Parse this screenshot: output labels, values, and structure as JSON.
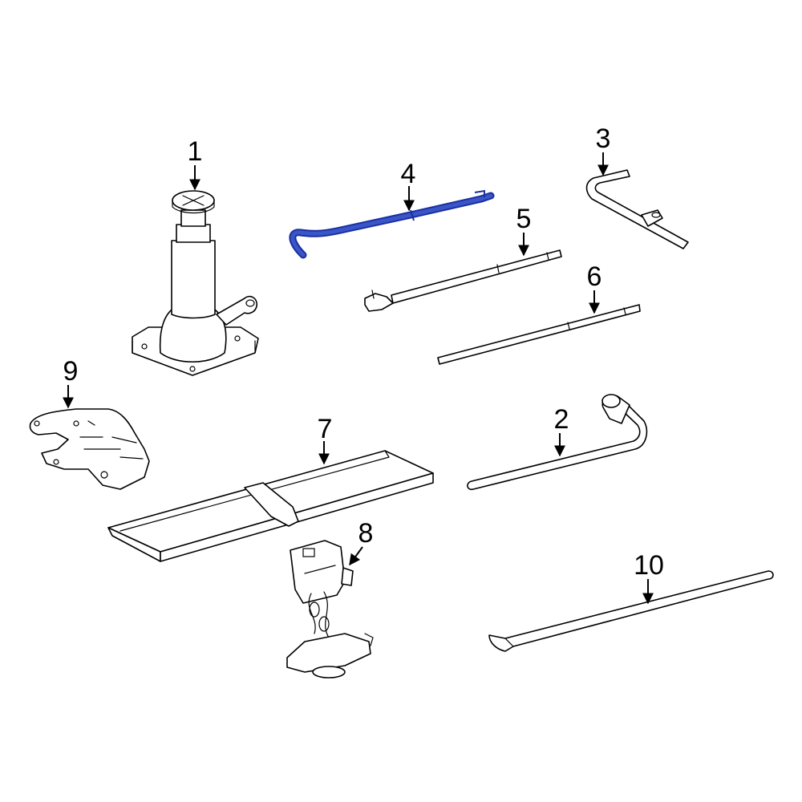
{
  "colors": {
    "line": "#000000",
    "highlight": "#1a2fa0",
    "highlight_fill": "#3a55c8",
    "background": "#ffffff"
  },
  "highlighted_part": "4",
  "callouts": [
    {
      "id": "1",
      "label": "1"
    },
    {
      "id": "2",
      "label": "2"
    },
    {
      "id": "3",
      "label": "3"
    },
    {
      "id": "4",
      "label": "4"
    },
    {
      "id": "5",
      "label": "5"
    },
    {
      "id": "6",
      "label": "6"
    },
    {
      "id": "7",
      "label": "7"
    },
    {
      "id": "8",
      "label": "8"
    },
    {
      "id": "9",
      "label": "9"
    },
    {
      "id": "10",
      "label": "10"
    }
  ]
}
